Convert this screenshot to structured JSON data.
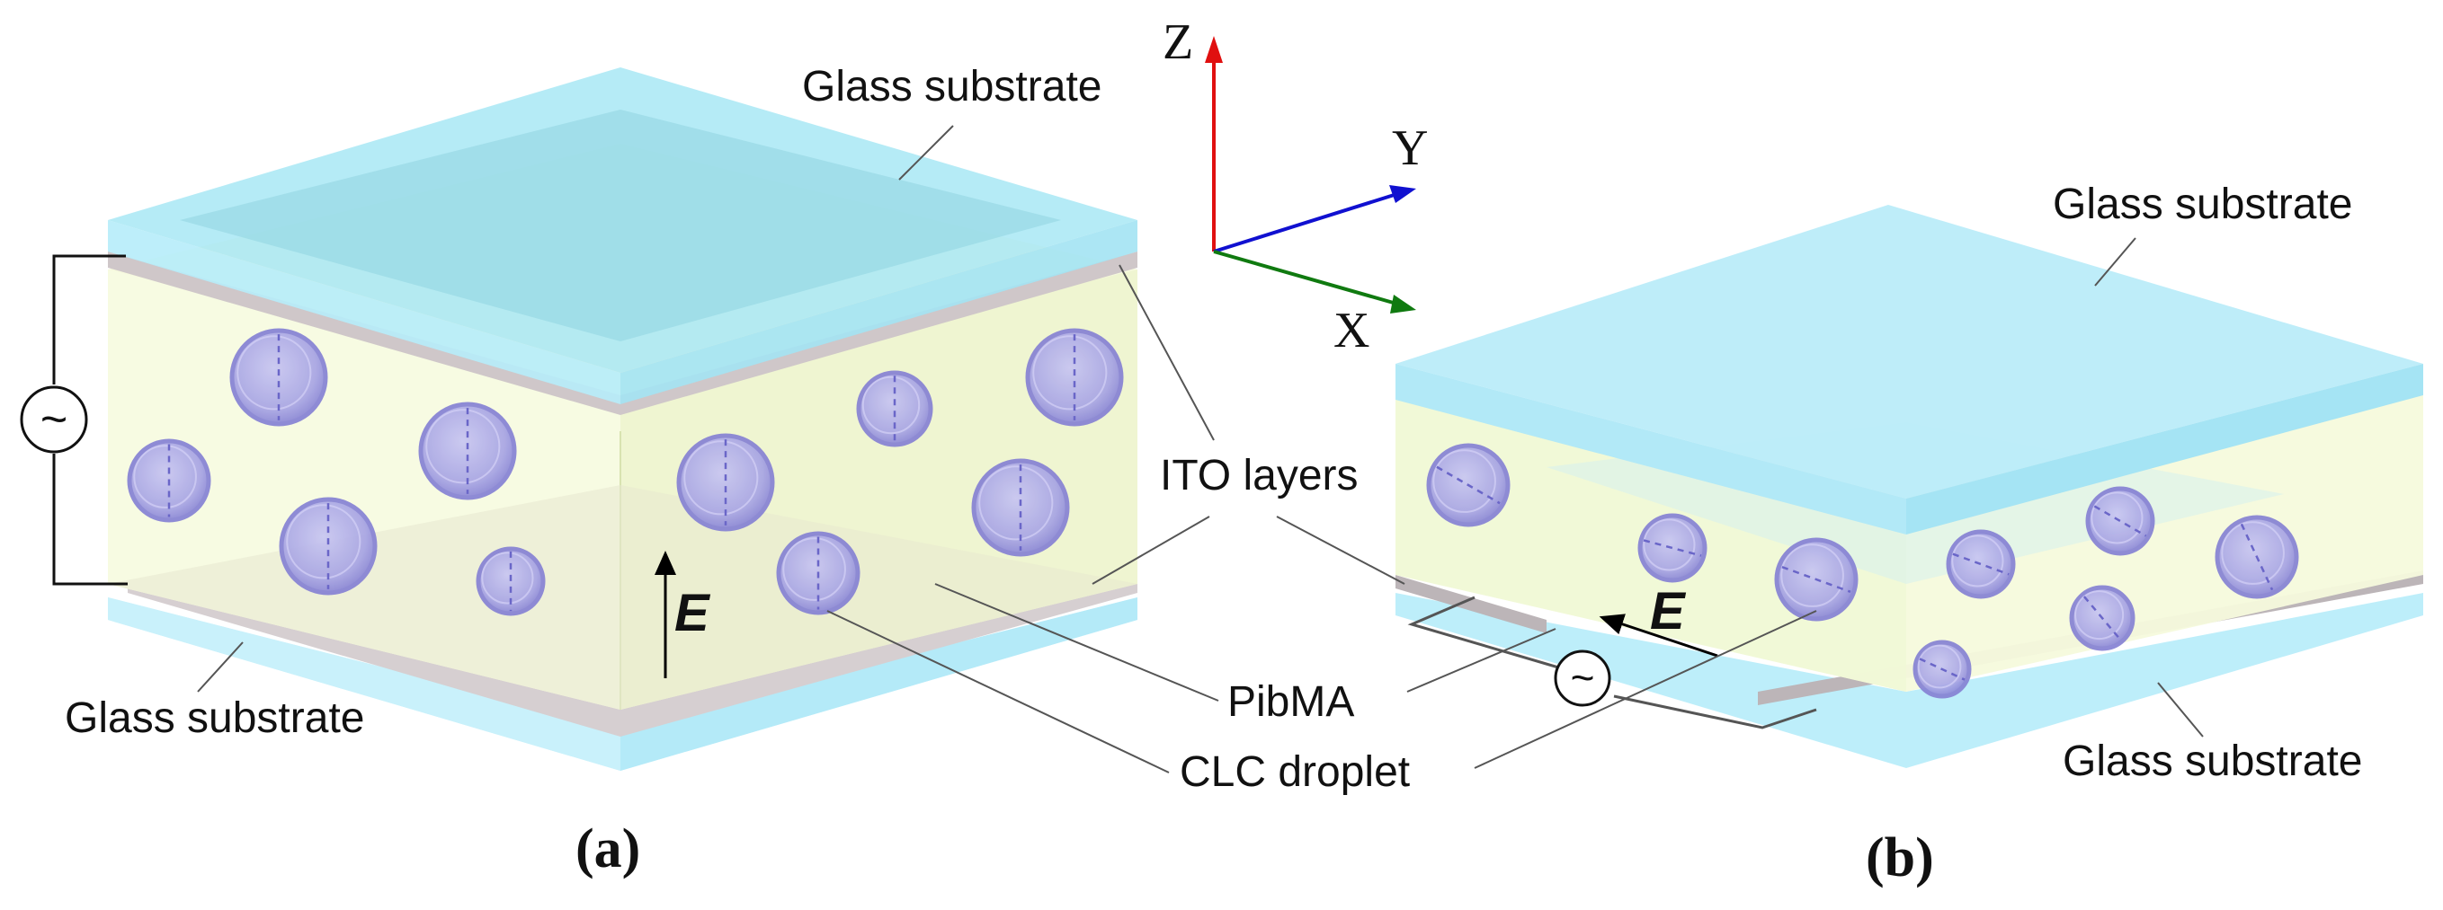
{
  "axes": {
    "z": "Z",
    "y": "Y",
    "x": "X",
    "z_color": "#e01010",
    "y_color": "#1010d0",
    "x_color": "#107a10"
  },
  "panel_a": {
    "caption": "(a)",
    "top_label": "Glass substrate",
    "bottom_label": "Glass substrate",
    "field_label": "E",
    "source_symbol": "~"
  },
  "panel_b": {
    "caption": "(b)",
    "top_label": "Glass substrate",
    "bottom_label": "Glass substrate",
    "field_label": "E",
    "source_symbol": "~"
  },
  "shared_labels": {
    "ito": "ITO layers",
    "pibma": "PibMA",
    "droplet": "CLC droplet"
  },
  "colors": {
    "glass": "#a6e8f7",
    "polymer": "#f4f9d8",
    "ito": "#cfc7c9",
    "droplet_fill": "#aaa8e6",
    "droplet_edge": "#7b76d0"
  }
}
